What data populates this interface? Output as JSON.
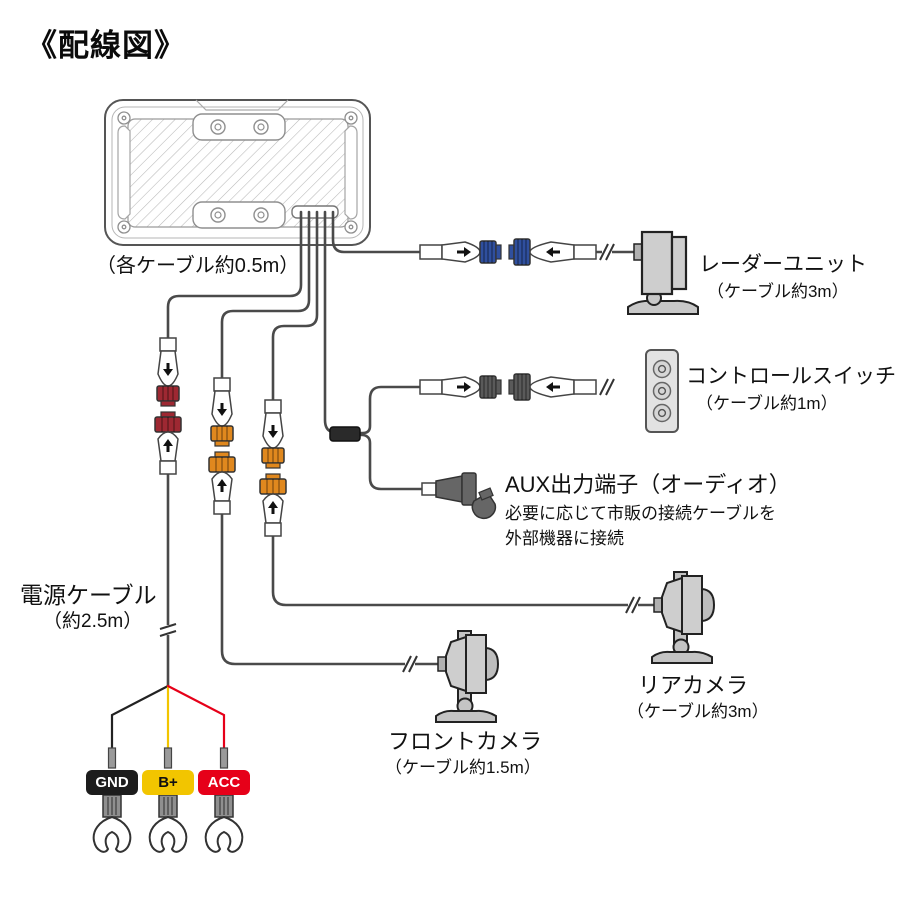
{
  "title": "《配線図》",
  "main_unit": {
    "cable_note": "（各ケーブル約0.5m）",
    "cable_count": 5
  },
  "devices": {
    "radar_unit": {
      "label": "レーダーユニット",
      "cable_note": "（ケーブル約3m）",
      "connector_color": "#2f4f9e"
    },
    "control_switch": {
      "label": "コントロールスイッチ",
      "cable_note": "（ケーブル約1m）",
      "connector_color": "#5a5a5a",
      "button_count": 3
    },
    "aux": {
      "label": "AUX出力端子（オーディオ）",
      "note_line1": "必要に応じて市販の接続ケーブルを",
      "note_line2": "外部機器に接続"
    },
    "front_camera": {
      "label": "フロントカメラ",
      "cable_note": "（ケーブル約1.5m）",
      "connector_color": "#e0881e"
    },
    "rear_camera": {
      "label": "リアカメラ",
      "cable_note": "（ケーブル約3m）",
      "connector_color": "#e0881e"
    },
    "power_cable": {
      "label": "電源ケーブル",
      "cable_note": "（約2.5m）",
      "connector_color": "#9e2832",
      "terminals": [
        {
          "label": "GND",
          "badge_color": "#1c1c1c",
          "text_color": "#ffffff",
          "wire_color": "#222222"
        },
        {
          "label": "B+",
          "badge_color": "#f2c500",
          "text_color": "#111111",
          "wire_color": "#f2c500"
        },
        {
          "label": "ACC",
          "badge_color": "#e60019",
          "text_color": "#ffffff",
          "wire_color": "#e60019"
        }
      ]
    }
  },
  "colors": {
    "cable": "#4a4a4a",
    "outline": "#222222",
    "device_fill": "#cccccc"
  }
}
